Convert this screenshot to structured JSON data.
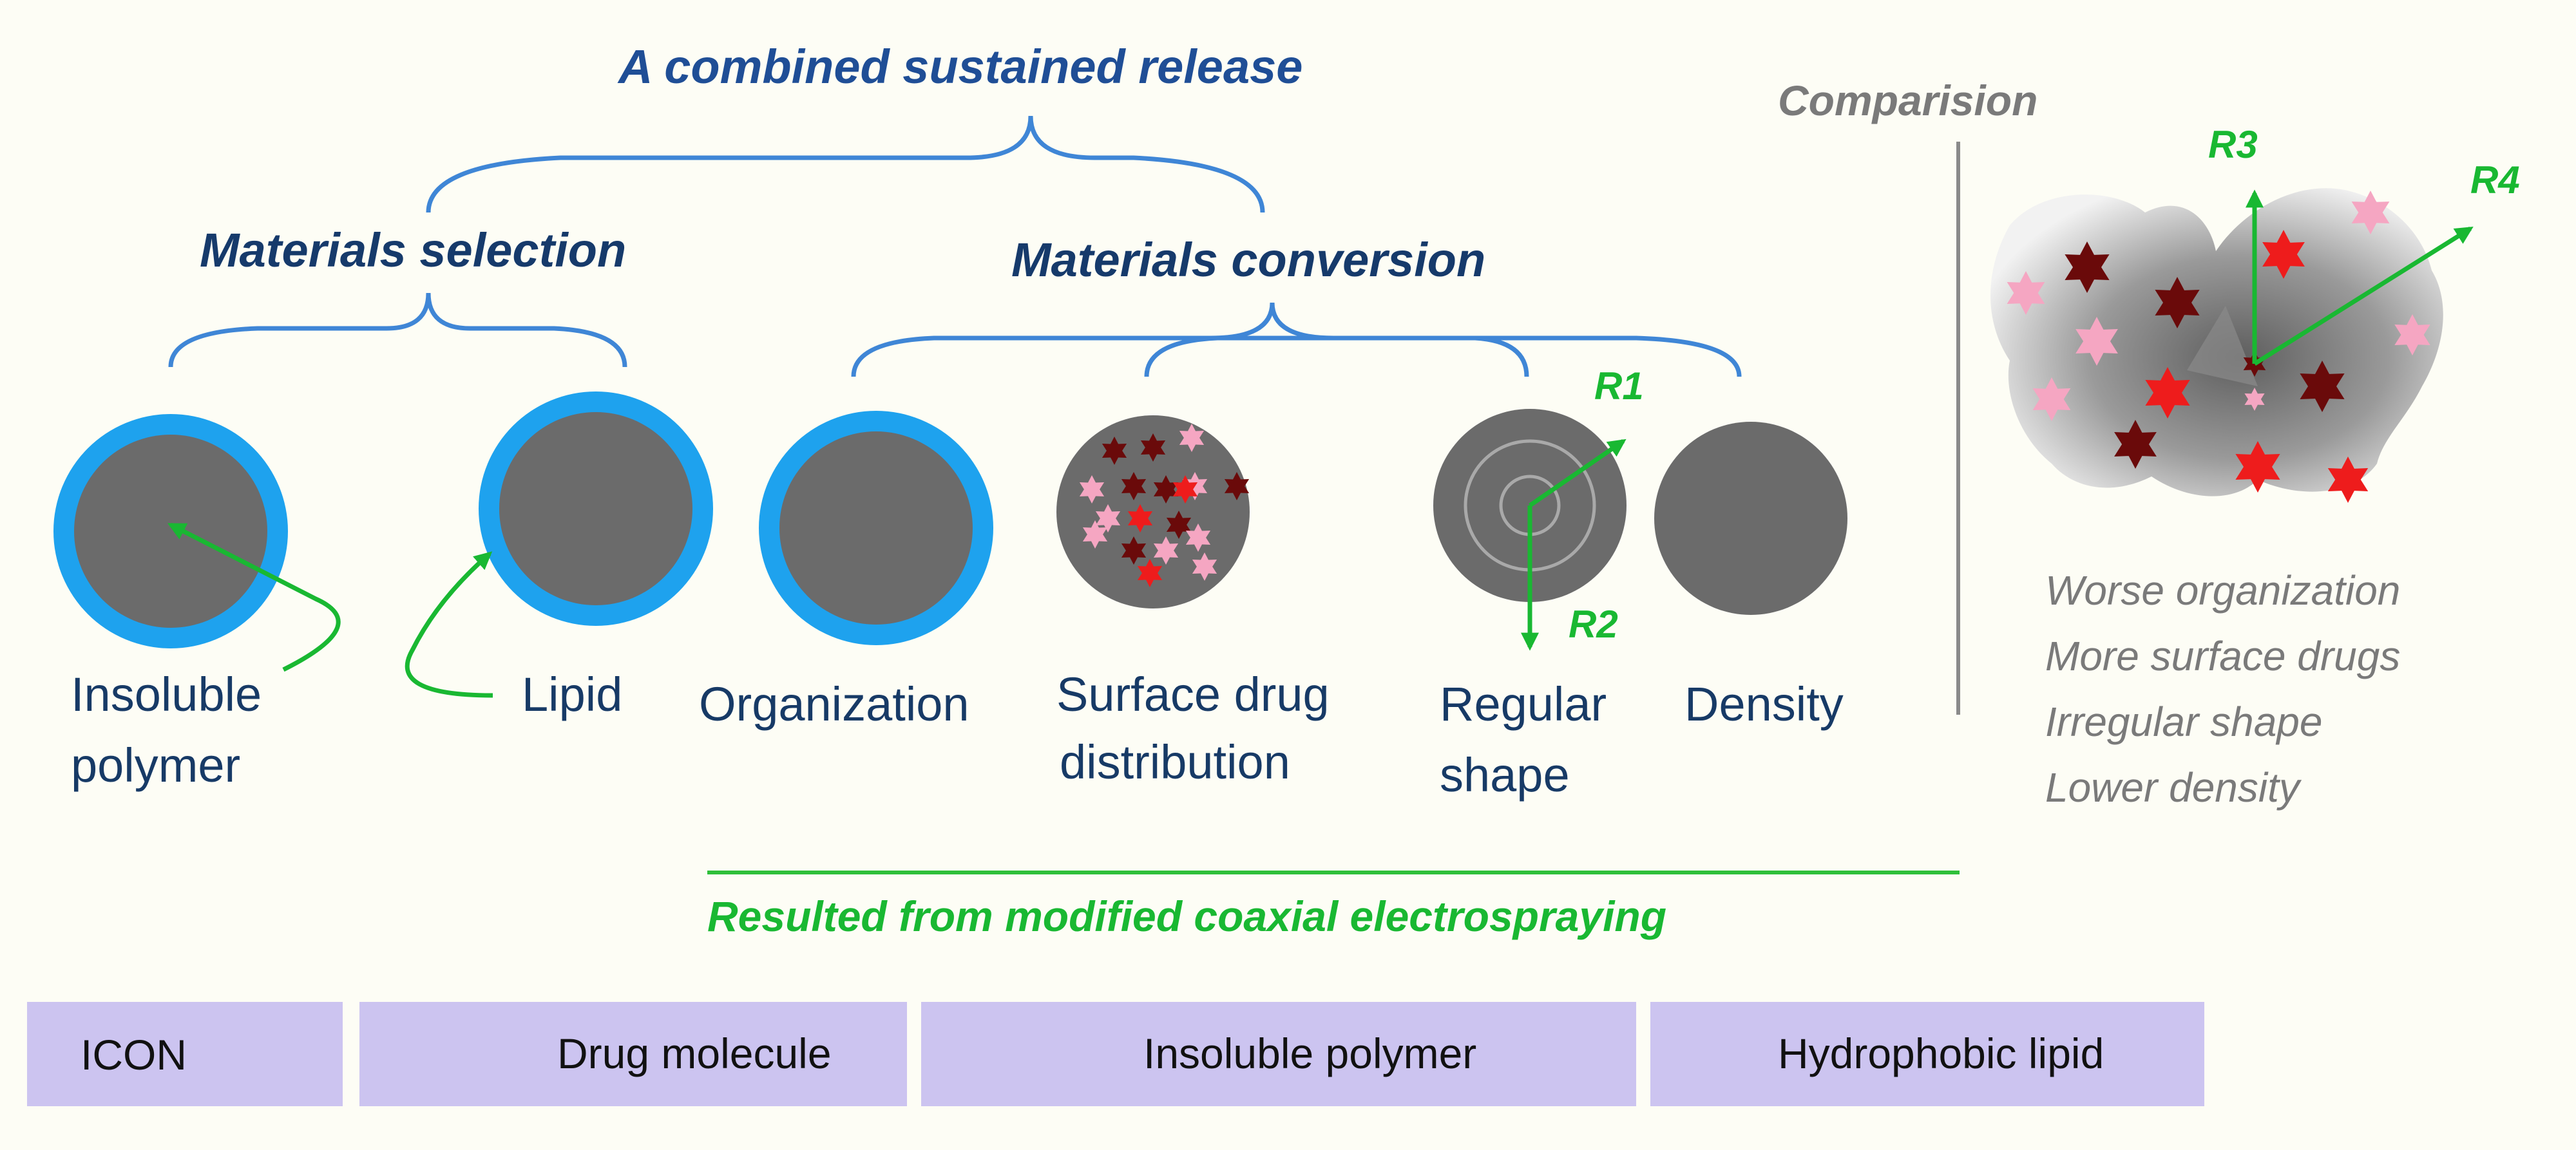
{
  "title": "A combined sustained release",
  "headings": {
    "selection": "Materials selection",
    "conversion": "Materials conversion"
  },
  "labels": {
    "insoluble_polymer_1": "Insoluble",
    "insoluble_polymer_2": "polymer",
    "lipid": "Lipid",
    "organization": "Organization",
    "surface_1": "Surface drug",
    "surface_2": "distribution",
    "regular_1": "Regular",
    "regular_2": "shape",
    "density": "Density"
  },
  "radii": {
    "r1": "R1",
    "r2": "R2",
    "r3": "R3",
    "r4": "R4"
  },
  "comparison": {
    "title": "Comparision",
    "items": [
      "Worse organization",
      "More surface drugs",
      "Irregular shape",
      "Lower density"
    ]
  },
  "caption": "Resulted from modified coaxial electrospraying",
  "legend": {
    "icon_label": "ICON",
    "drug": "Drug molecule",
    "polymer": "Insoluble polymer",
    "lipid": "Hydrophobic lipid"
  },
  "colors": {
    "lipid_blue": "#1ea2ee",
    "polymer_grey": "#6b6b6b",
    "drug_dark": "#6a0a0a",
    "drug_red": "#ee1c1c",
    "drug_pink": "#f5a6c2",
    "arrow_green": "#19b832",
    "legend_bg": "#ccc4f0"
  }
}
